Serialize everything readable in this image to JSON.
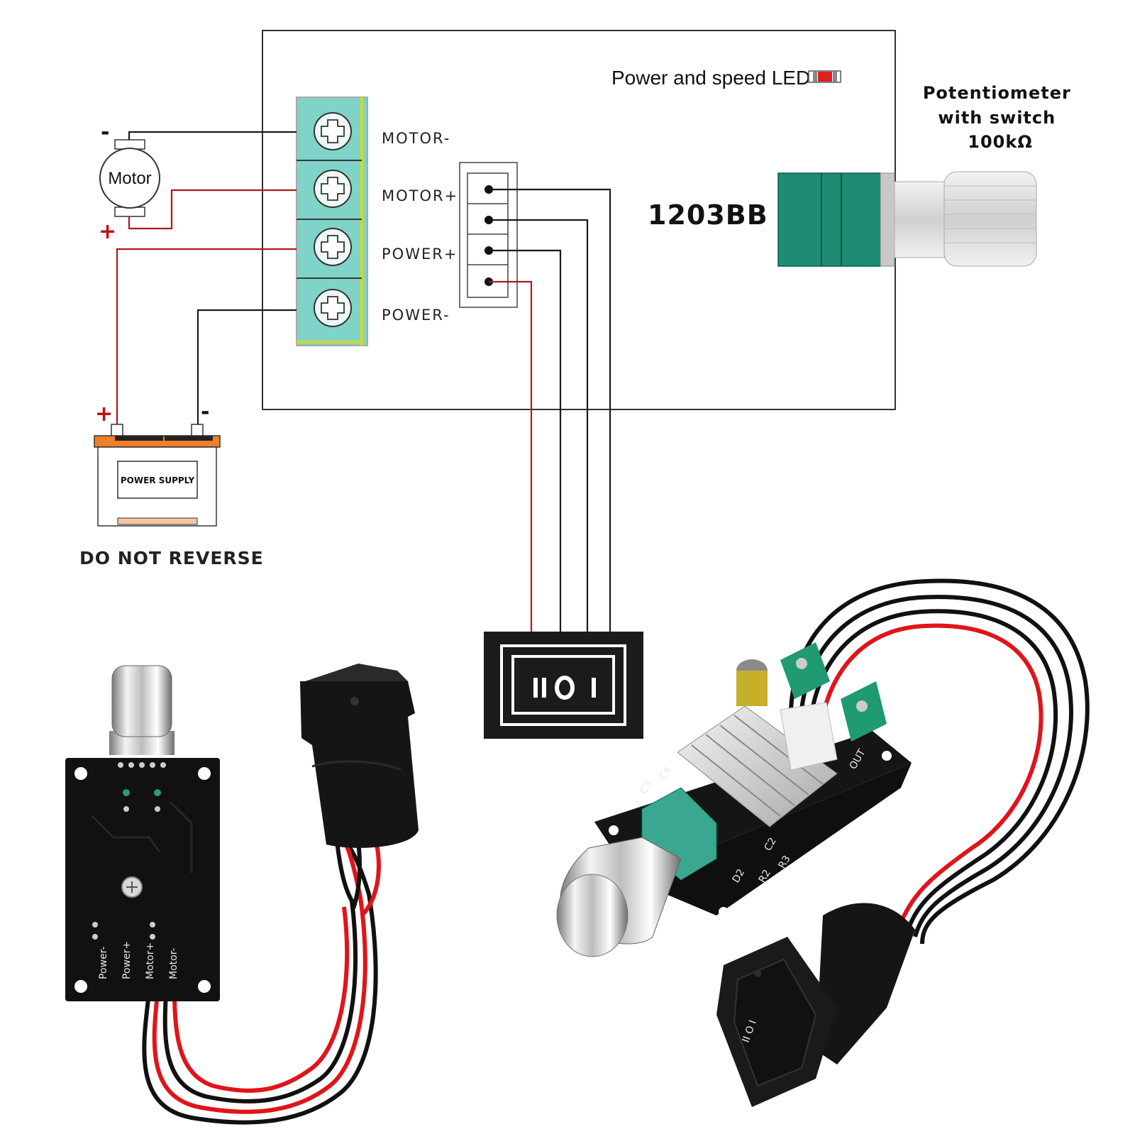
{
  "labels": {
    "led": "Power and speed LED",
    "model": "1203BB",
    "pot_line1": "Potentiometer",
    "pot_line2": "with switch",
    "pot_line3": "100kΩ",
    "motor": "Motor",
    "motor_minus_sign": "-",
    "motor_plus_sign": "+",
    "battery_plus_sign": "+",
    "battery_minus_sign": "-",
    "power_supply": "POWER SUPPLY",
    "warning": "DO NOT REVERSE",
    "switch_symbols": "II O I"
  },
  "terminals": [
    {
      "label": "MOTOR-"
    },
    {
      "label": "MOTOR+"
    },
    {
      "label": "POWER+"
    },
    {
      "label": "POWER-"
    }
  ],
  "pcb_labels": {
    "power_minus": "Power-",
    "power_plus": "Power+",
    "motor_plus": "Motor+",
    "motor_minus": "Motor-",
    "out": "OUT",
    "c3": "C3",
    "c4": "C4",
    "c2": "C2",
    "r2": "R2",
    "r3": "R3",
    "d2": "D2"
  },
  "colors": {
    "wire_red": "#b01818",
    "wire_black": "#1a1a1a",
    "terminal_teal": "#7fd3c8",
    "pot_green": "#1e8c72",
    "led_red": "#e02020",
    "battery_orange": "#f07f2a",
    "pcb_black": "#111111",
    "live_red": "#e0141a"
  }
}
